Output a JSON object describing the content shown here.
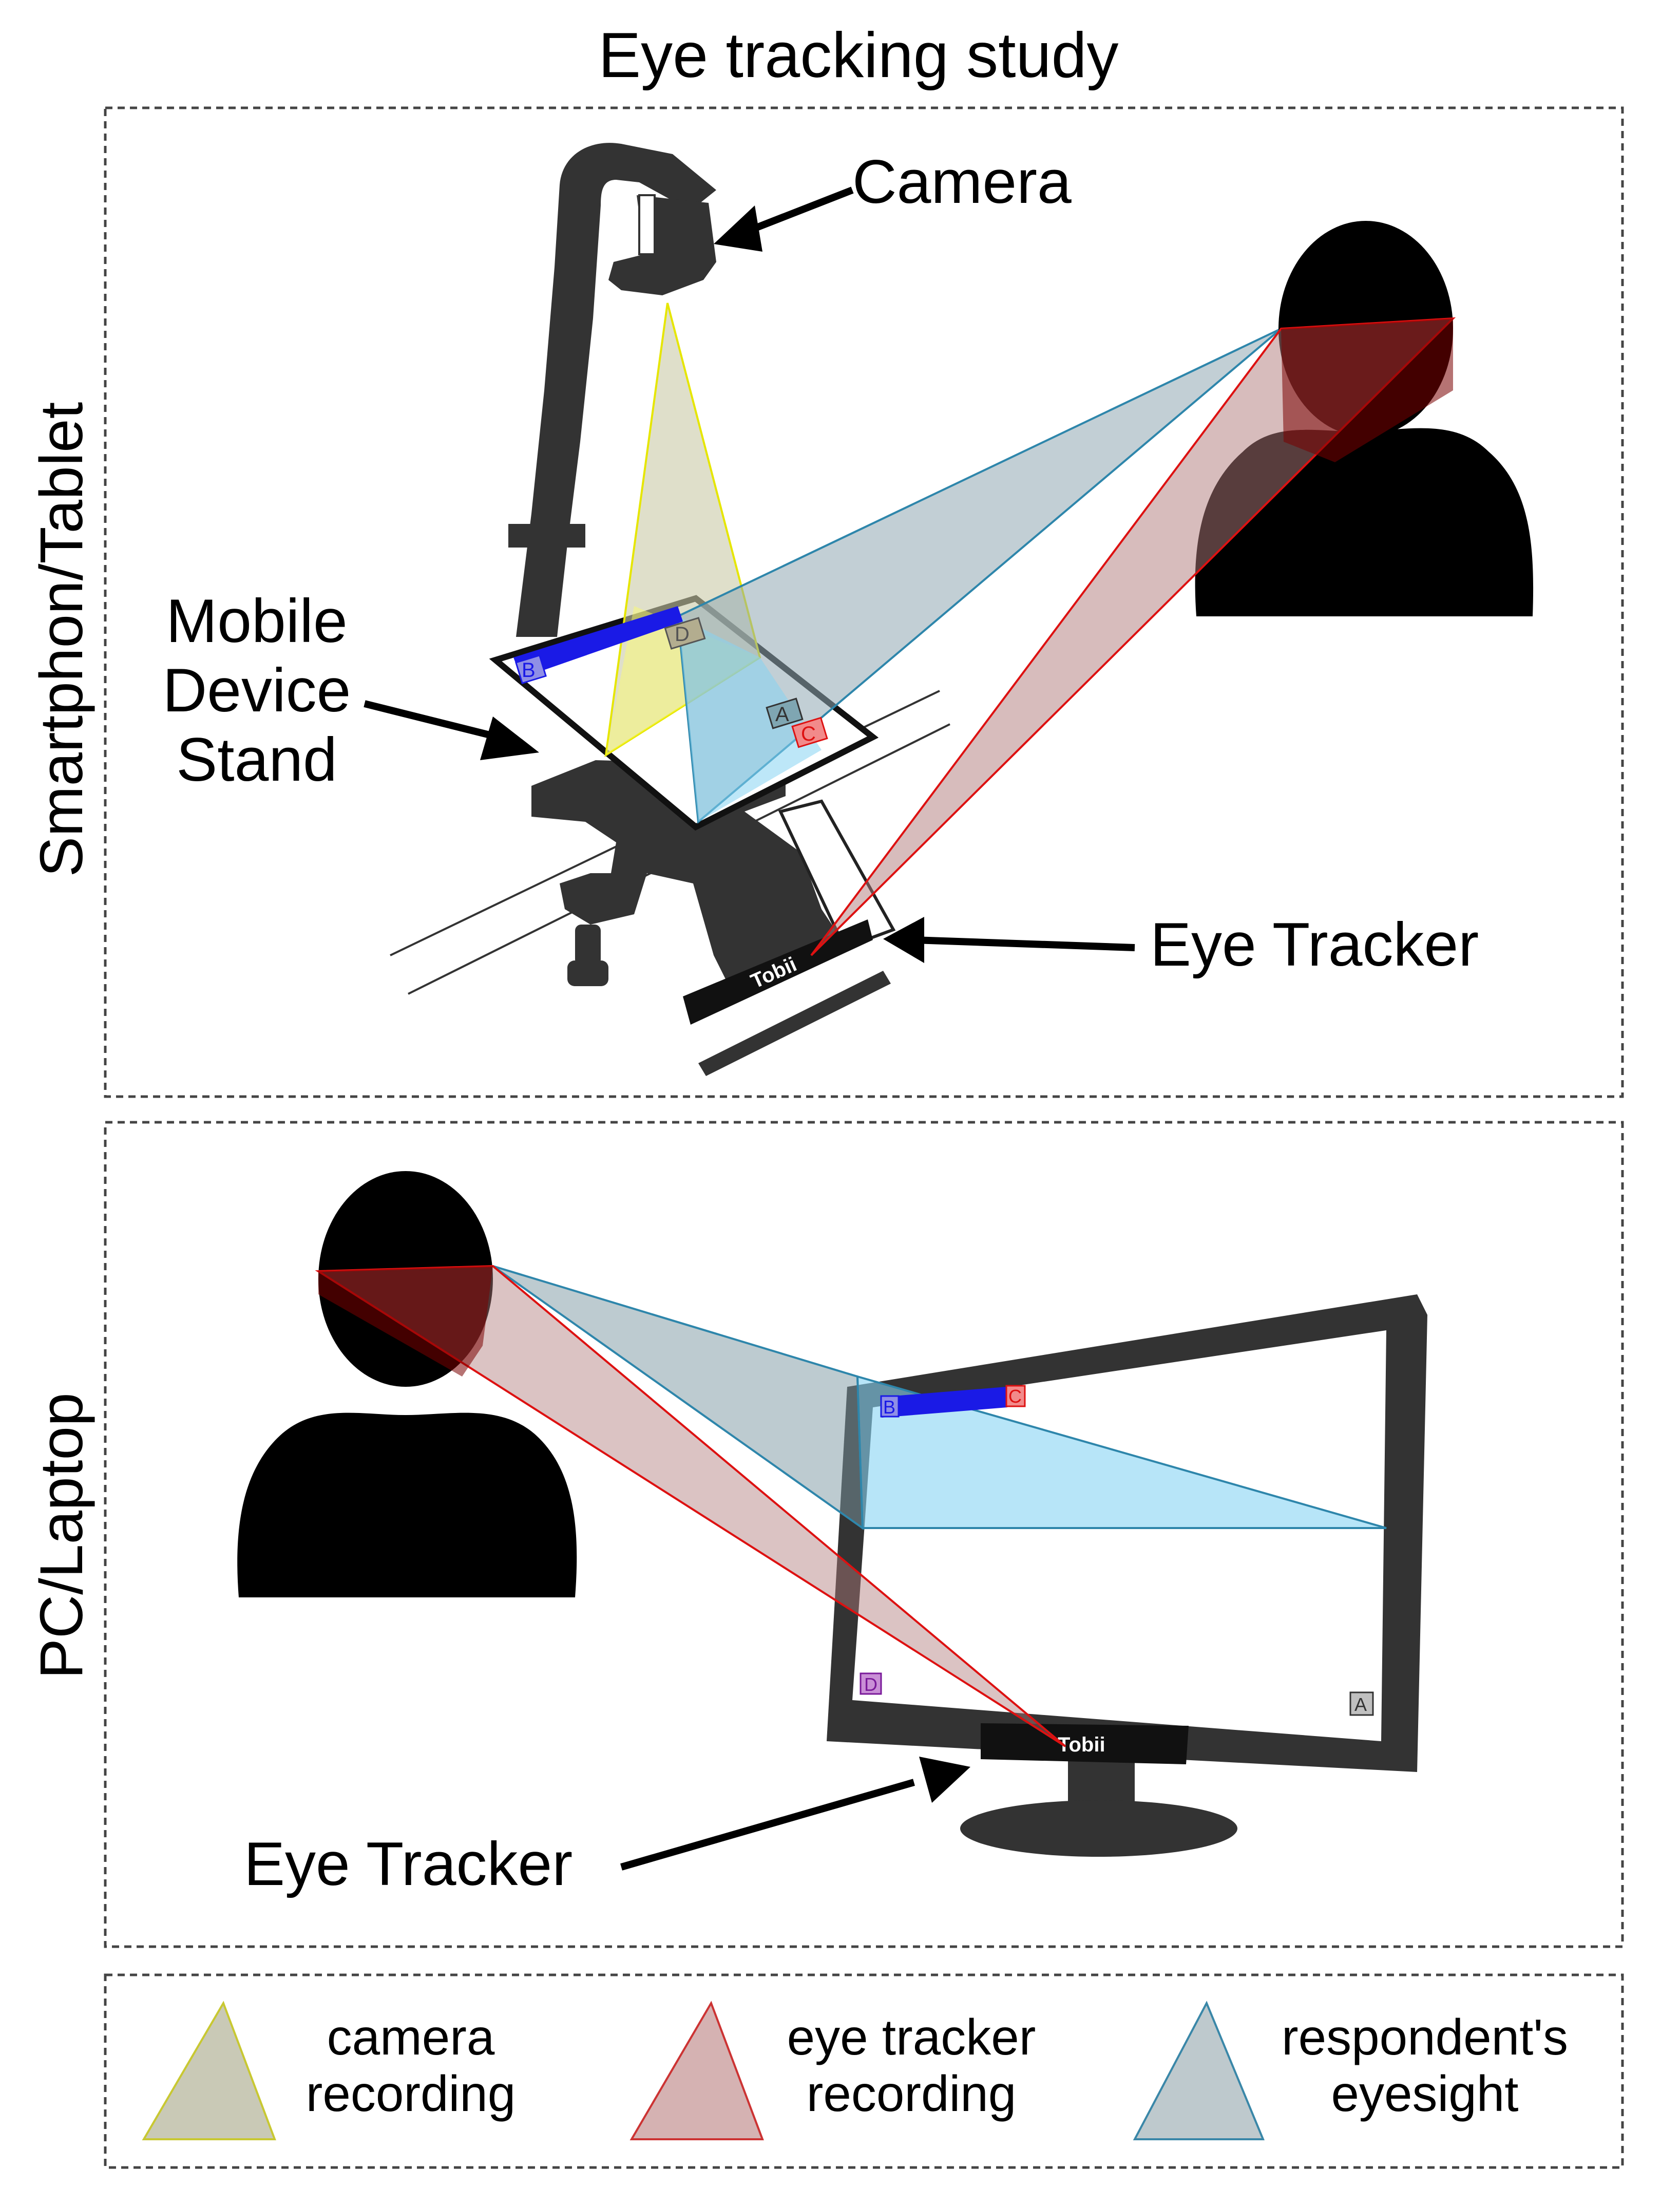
{
  "title": "Eye tracking study",
  "panels": {
    "mobile": {
      "side_label": "Smartphon/Tablet",
      "camera_label": "Camera",
      "stand_label": [
        "Mobile",
        "Device",
        "Stand"
      ],
      "eye_tracker_label": "Eye Tracker",
      "tracker_brand": "Tobii",
      "screen_tags": [
        "B",
        "D",
        "A",
        "C"
      ]
    },
    "pc": {
      "side_label": "PC/Laptop",
      "eye_tracker_label": "Eye Tracker",
      "tracker_brand": "Tobii",
      "screen_tags": [
        "B",
        "C",
        "D",
        "A"
      ]
    }
  },
  "legend": [
    {
      "line1": "camera",
      "line2": "recording",
      "fill": "#c9c9b6",
      "stroke": "#c8c832"
    },
    {
      "line1": "eye tracker",
      "line2": "recording",
      "fill": "#d5b2b2",
      "stroke": "#cc3333"
    },
    {
      "line1": "respondent's",
      "line2": "eyesight",
      "fill": "#bec9cd",
      "stroke": "#3a87a8"
    }
  ],
  "colors": {
    "device": "#333333",
    "camera_cone_stroke": "#e6e600",
    "tracker_cone_stroke": "#dd1111",
    "eyesight_stroke": "#2e86ab",
    "highlight_bar": "#1a1ae6"
  }
}
